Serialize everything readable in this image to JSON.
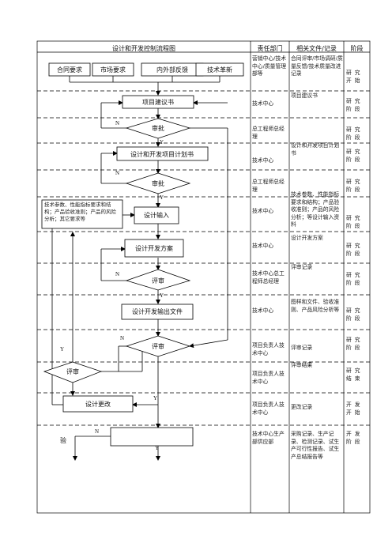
{
  "header": {
    "flow_title": "设计和开发控制流程图",
    "dept_title": "责任部门",
    "docs_title": "相关文件/记录",
    "stage_title": "阶段"
  },
  "flow": {
    "inputs": [
      "合同要求",
      "市场要求",
      "内外部反馈",
      "技术革新"
    ],
    "proposal": "项目建议书",
    "review1": "审批",
    "plan": "设计和开发项目计划书",
    "review2": "审批",
    "input_note": "技术参数、性能指标要求和结构；产品验收准则；产品的风险分析；其它要求等",
    "design_input": "设计输入",
    "design_scheme": "设计开发方案",
    "eval1": "评审",
    "design_output": "设计开发输出文件",
    "eval2": "评审",
    "eval3": "评审",
    "change": "设计更改",
    "trial_label": "验",
    "yes": "Y",
    "no": "N"
  },
  "rows": [
    {
      "dept": "营销中心/技术中心/质量管理部等",
      "docs": "合同评审/市场调研/质量反馈/技术质量改进记录",
      "stage": "研究开始"
    },
    {
      "dept": "技术中心",
      "docs": "项目建议书",
      "stage": "研究阶段"
    },
    {
      "dept": "总工程师总经理",
      "docs": "",
      "stage": "研究阶段"
    },
    {
      "dept": "技术中心",
      "docs": "设计和开发项目计划书",
      "stage": "研究阶段"
    },
    {
      "dept": "总工程师总经理",
      "docs": "",
      "stage": "研究阶段"
    },
    {
      "dept": "技术中心",
      "docs": "技术参数、性能指标要求和结构；产品验收准则；产品的风险分析；等设计输入资料",
      "stage": "研究阶段"
    },
    {
      "dept": "技术中心",
      "docs": "设计开发方案",
      "stage": "研究阶段"
    },
    {
      "dept": "技术中心总工程师总经理",
      "docs": "评审记录",
      "stage": "研究阶段"
    },
    {
      "dept": "技术中心",
      "docs": "图样和文件、验收准则、产品风险分析等",
      "stage": "研究阶段"
    },
    {
      "dept": "项目负责人技术中心",
      "docs": "评审记录",
      "stage": "研究阶段"
    },
    {
      "dept": "项目负责人技术中心",
      "docs": "评审结果",
      "stage": "研究结束"
    },
    {
      "dept": "项目负责人技术中心",
      "docs": "更改记录",
      "stage": "开发开始"
    },
    {
      "dept": "技术中心生产部供应部",
      "docs": "采购记录、生产记录、检测记录、试生产可行性报告、试生产总结报告等",
      "stage": "开发阶段"
    }
  ]
}
